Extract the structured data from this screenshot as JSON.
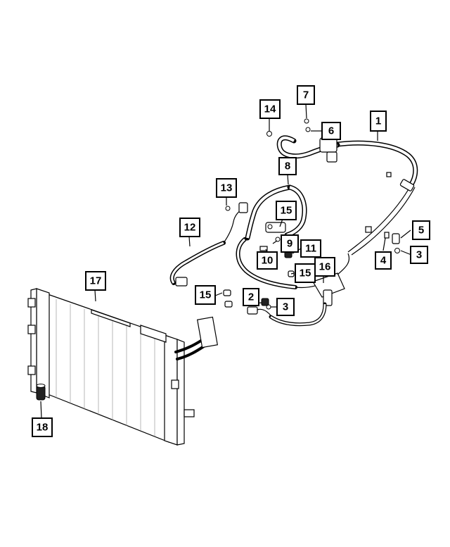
{
  "diagram": {
    "callouts": [
      {
        "id": "1",
        "label": "1"
      },
      {
        "id": "2",
        "label": "2"
      },
      {
        "id": "3a",
        "label": "3"
      },
      {
        "id": "3b",
        "label": "3"
      },
      {
        "id": "4",
        "label": "4"
      },
      {
        "id": "5",
        "label": "5"
      },
      {
        "id": "6",
        "label": "6"
      },
      {
        "id": "7",
        "label": "7"
      },
      {
        "id": "8",
        "label": "8"
      },
      {
        "id": "9",
        "label": "9"
      },
      {
        "id": "10",
        "label": "10"
      },
      {
        "id": "11",
        "label": "11"
      },
      {
        "id": "12",
        "label": "12"
      },
      {
        "id": "13",
        "label": "13"
      },
      {
        "id": "14",
        "label": "14"
      },
      {
        "id": "15a",
        "label": "15"
      },
      {
        "id": "15b",
        "label": "15"
      },
      {
        "id": "15c",
        "label": "15"
      },
      {
        "id": "16",
        "label": "16"
      },
      {
        "id": "17",
        "label": "17"
      },
      {
        "id": "18",
        "label": "18"
      }
    ]
  }
}
